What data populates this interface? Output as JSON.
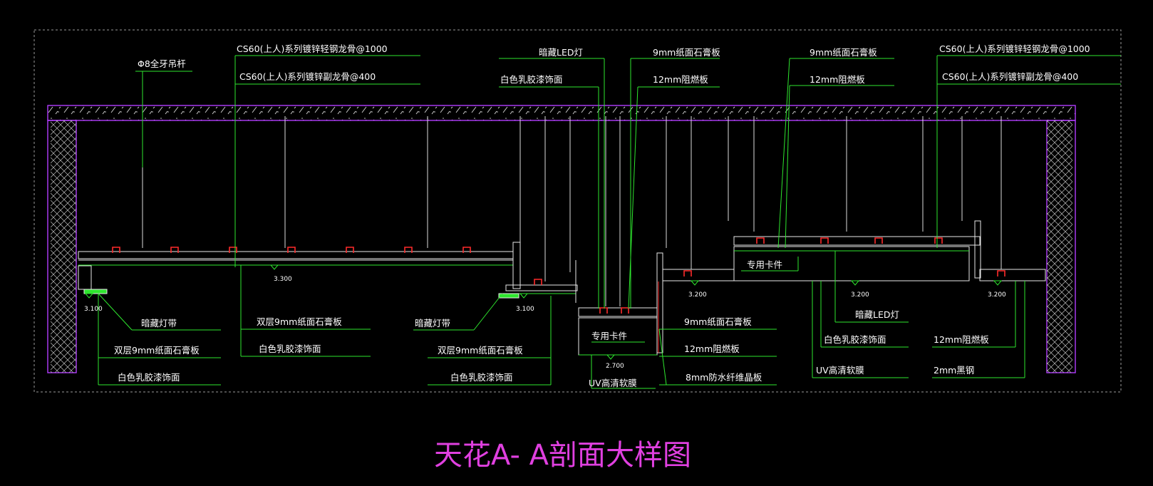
{
  "title": "天花A- A剖面大样图",
  "colors": {
    "background": "#000000",
    "leader": "#2ee62e",
    "slab": "#b23cff",
    "structure": "#e8e8e8",
    "clip": "#ff2a2a",
    "title": "#e040e0",
    "border": "#9a9a9a"
  },
  "labels": {
    "rod": "Φ8全牙吊杆",
    "main_runner_left": "CS60(上人)系列镀锌轻钢龙骨@1000",
    "sub_runner_left": "CS60(上人)系列镀锌副龙骨@400",
    "led_top": "暗藏LED灯",
    "paint_top": "白色乳胶漆饰面",
    "gypsum_top_mid": "9mm纸面石膏板",
    "resist_top_mid": "12mm阻燃板",
    "gypsum_top_right": "9mm纸面石膏板",
    "resist_top_right": "12mm阻燃板",
    "main_runner_right": "CS60(上人)系列镀锌轻钢龙骨@1000",
    "sub_runner_right": "CS60(上人)系列镀锌副龙骨@400",
    "light_trough_left": "暗藏灯带",
    "double_gypsum_left": "双层9mm纸面石膏板",
    "paint_left": "白色乳胶漆饰面",
    "double_gypsum_mid": "双层9mm纸面石膏板",
    "paint_mid": "白色乳胶漆饰面",
    "light_trough_mid": "暗藏灯带",
    "double_gypsum_mid2": "双层9mm纸面石膏板",
    "paint_mid2": "白色乳胶漆饰面",
    "uv_film_mid": "UV高清软膜",
    "gypsum_low_mid": "9mm纸面石膏板",
    "resist_low_mid": "12mm阻燃板",
    "fiberglass": "8mm防水纤维晶板",
    "led_right": "暗藏LED灯",
    "paint_right": "白色乳胶漆饰面",
    "uv_film_right": "UV高清软膜",
    "resist_low_right": "12mm阻燃板",
    "steel_right": "2mm黑钢",
    "clip_mid": "专用卡件",
    "clip_right": "专用卡件"
  },
  "elevations": {
    "e1": "3.300",
    "e2": "3.100",
    "e3": "3.100",
    "e4": "2.700",
    "e5": "3.200",
    "e6": "3.200",
    "e7": "3.200"
  }
}
